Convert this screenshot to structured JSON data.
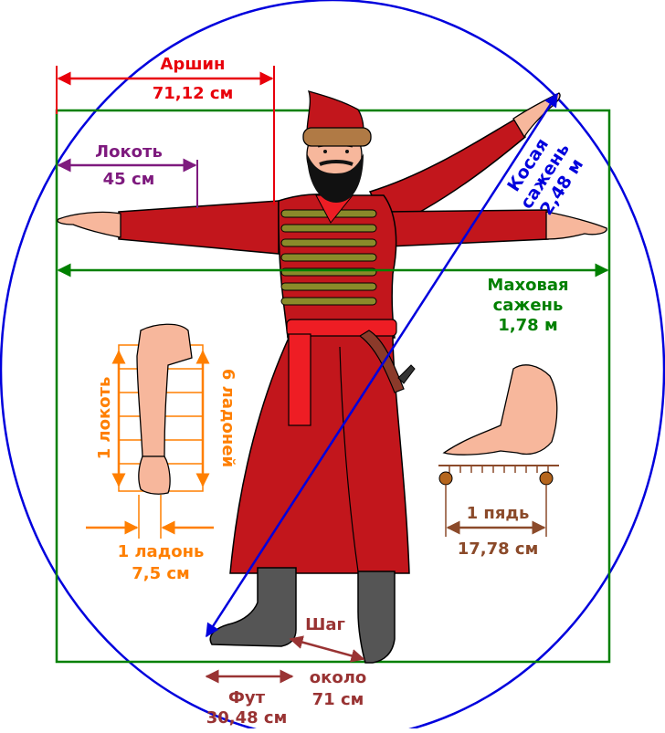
{
  "labels": {
    "arshin_title": "Аршин",
    "arshin_value": "71,12 см",
    "lokot_title": "Локоть",
    "lokot_value": "45 см",
    "kosaya_line1": "Косая",
    "kosaya_line2": "сажень",
    "kosaya_value": "2,48 м",
    "makhovaya_line1": "Маховая",
    "makhovaya_line2": "сажень",
    "makhovaya_value": "1,78 м",
    "arm_left": "1 локоть",
    "arm_right": "6 ладоней",
    "ladon_title": "1 ладонь",
    "ladon_value": "7,5 см",
    "pyad_title": "1 пядь",
    "pyad_value": "17,78 см",
    "shag_title": "Шаг",
    "shag_value_line1": "около",
    "shag_value_line2": "71 см",
    "fut_title": "Фут",
    "fut_value": "30,48 см"
  },
  "colors": {
    "arshin": "#e8000b",
    "lokot": "#7e1a7e",
    "kosaya": "#0000dd",
    "makhovaya": "#008000",
    "arm": "#ff7f00",
    "pyad": "#8b4a2a",
    "shag": "#993333",
    "coat": "#c2161c",
    "boots": "#555555",
    "skin": "#f7b79c"
  }
}
